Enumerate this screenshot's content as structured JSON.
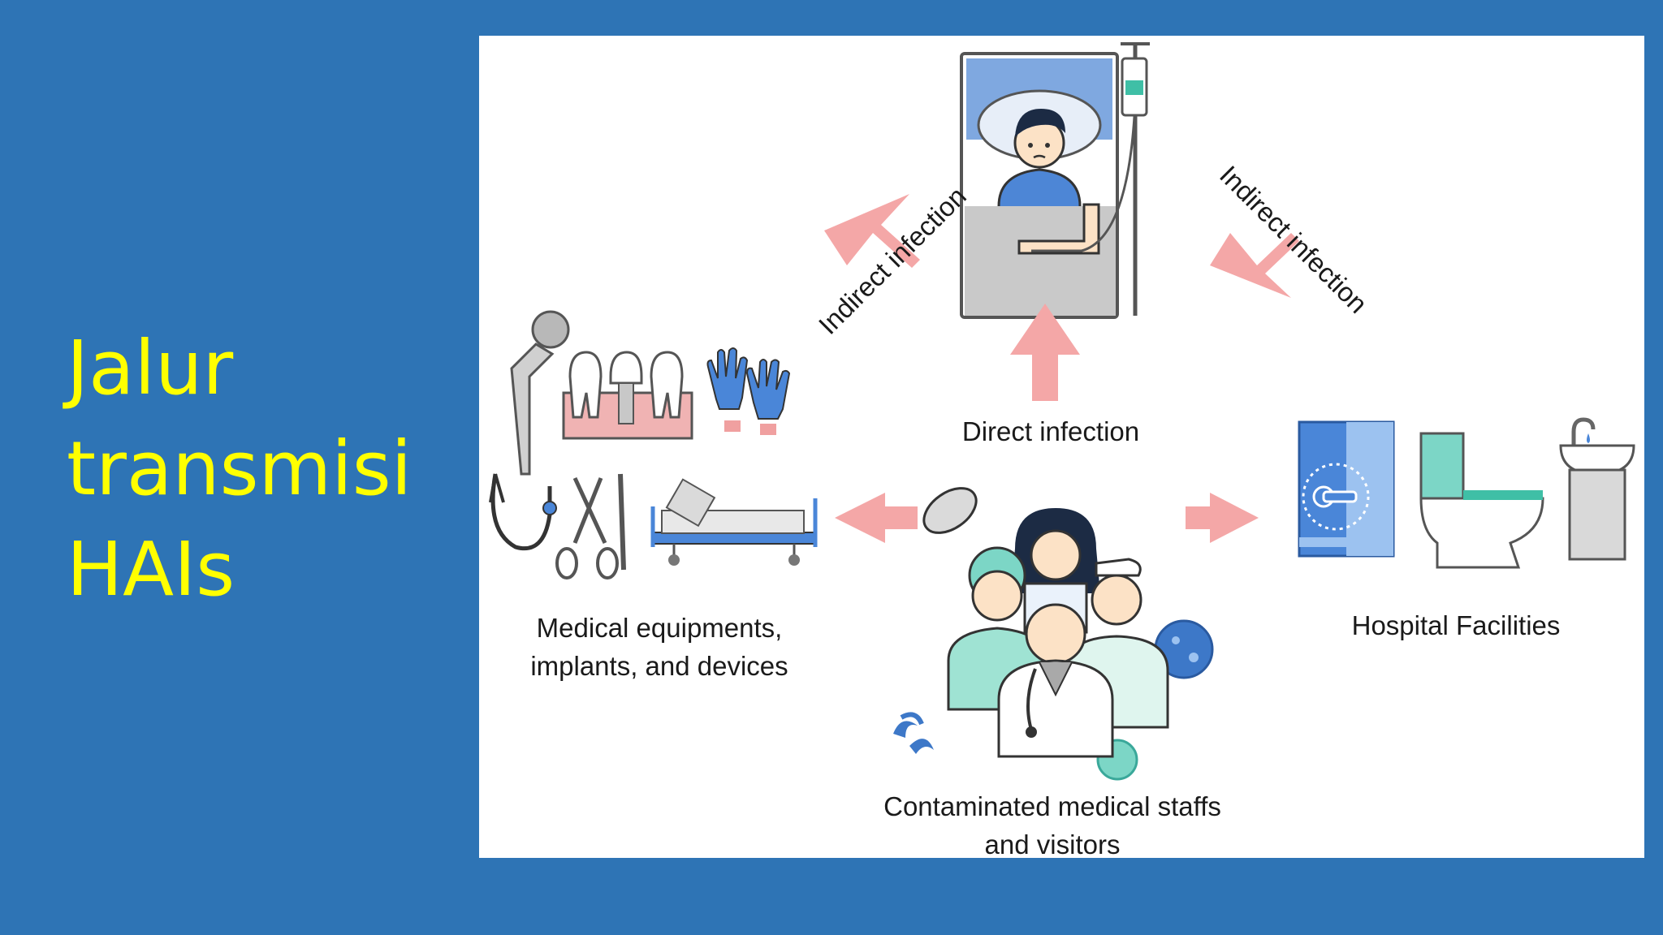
{
  "slide": {
    "title_lines": [
      "Jalur",
      "transmisi",
      "HAIs"
    ],
    "title_color": "#FFFF00",
    "background": "#2E74B5"
  },
  "diagram": {
    "arrow_color": "#F4A7A7",
    "labels": {
      "indirect_left": "Indirect infection",
      "indirect_right": "Indirect infection",
      "direct": "Direct infection",
      "equipment_line1": "Medical equipments,",
      "equipment_line2": "implants, and devices",
      "facilities": "Hospital Facilities",
      "staff_line1": "Contaminated medical staffs",
      "staff_line2": "and visitors"
    }
  }
}
